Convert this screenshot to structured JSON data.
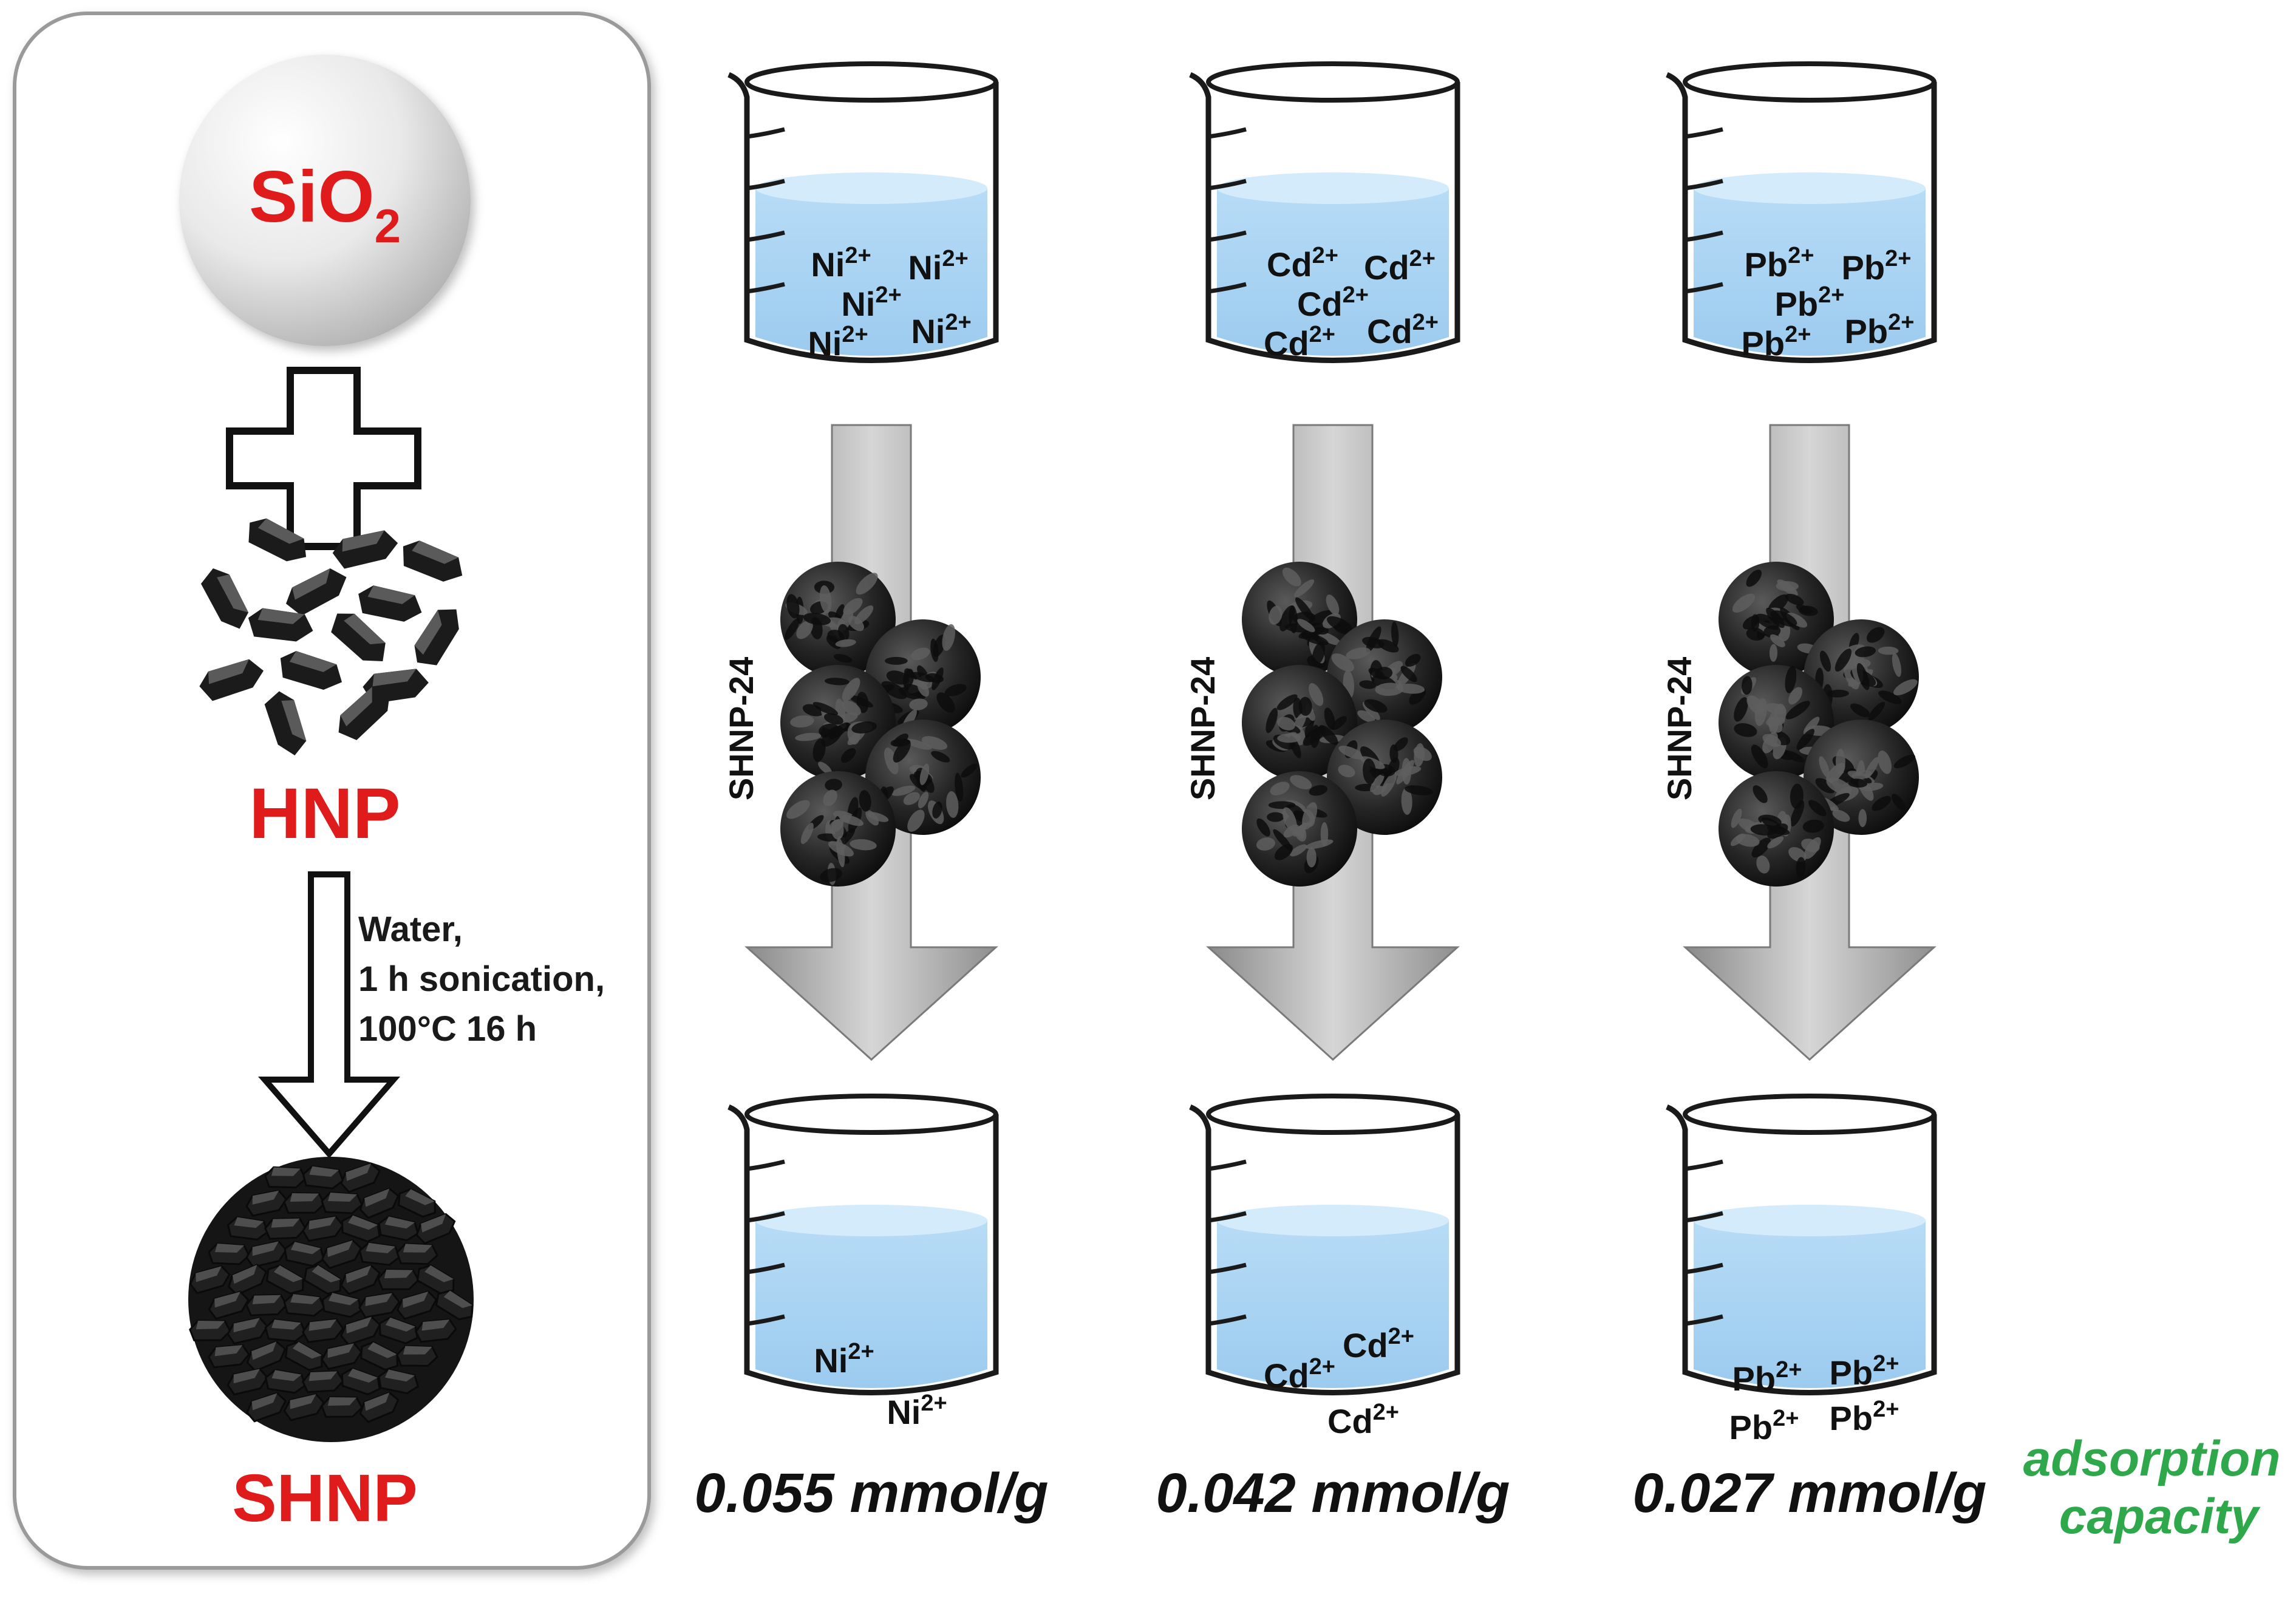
{
  "synthesis_panel": {
    "silica_label": "SiO",
    "silica_subscript": "2",
    "hnp_label": "HNP",
    "condition_line_1": "Water,",
    "condition_line_2": "1 h sonication,",
    "condition_line_3": "100°C 16 h",
    "shnp_label": "SHNP"
  },
  "columns": [
    {
      "metal": "Ni",
      "charge": "2+",
      "adsorbent_label": "SHNP-24",
      "capacity": "0.055 mmol/g"
    },
    {
      "metal": "Cd",
      "charge": "2+",
      "adsorbent_label": "SHNP-24",
      "capacity": "0.042 mmol/g"
    },
    {
      "metal": "Pb",
      "charge": "2+",
      "adsorbent_label": "SHNP-24",
      "capacity": "0.027 mmol/g"
    }
  ],
  "capacity_caption_line_1": "adsorption",
  "capacity_caption_line_2": "capacity",
  "colors": {
    "label_red": "#e01b1b",
    "caption_green": "#2ea84a",
    "water_blue": "#a9d4f3",
    "arrow_gray": "#a8a8a8",
    "particle_black": "#1b1b1b"
  }
}
